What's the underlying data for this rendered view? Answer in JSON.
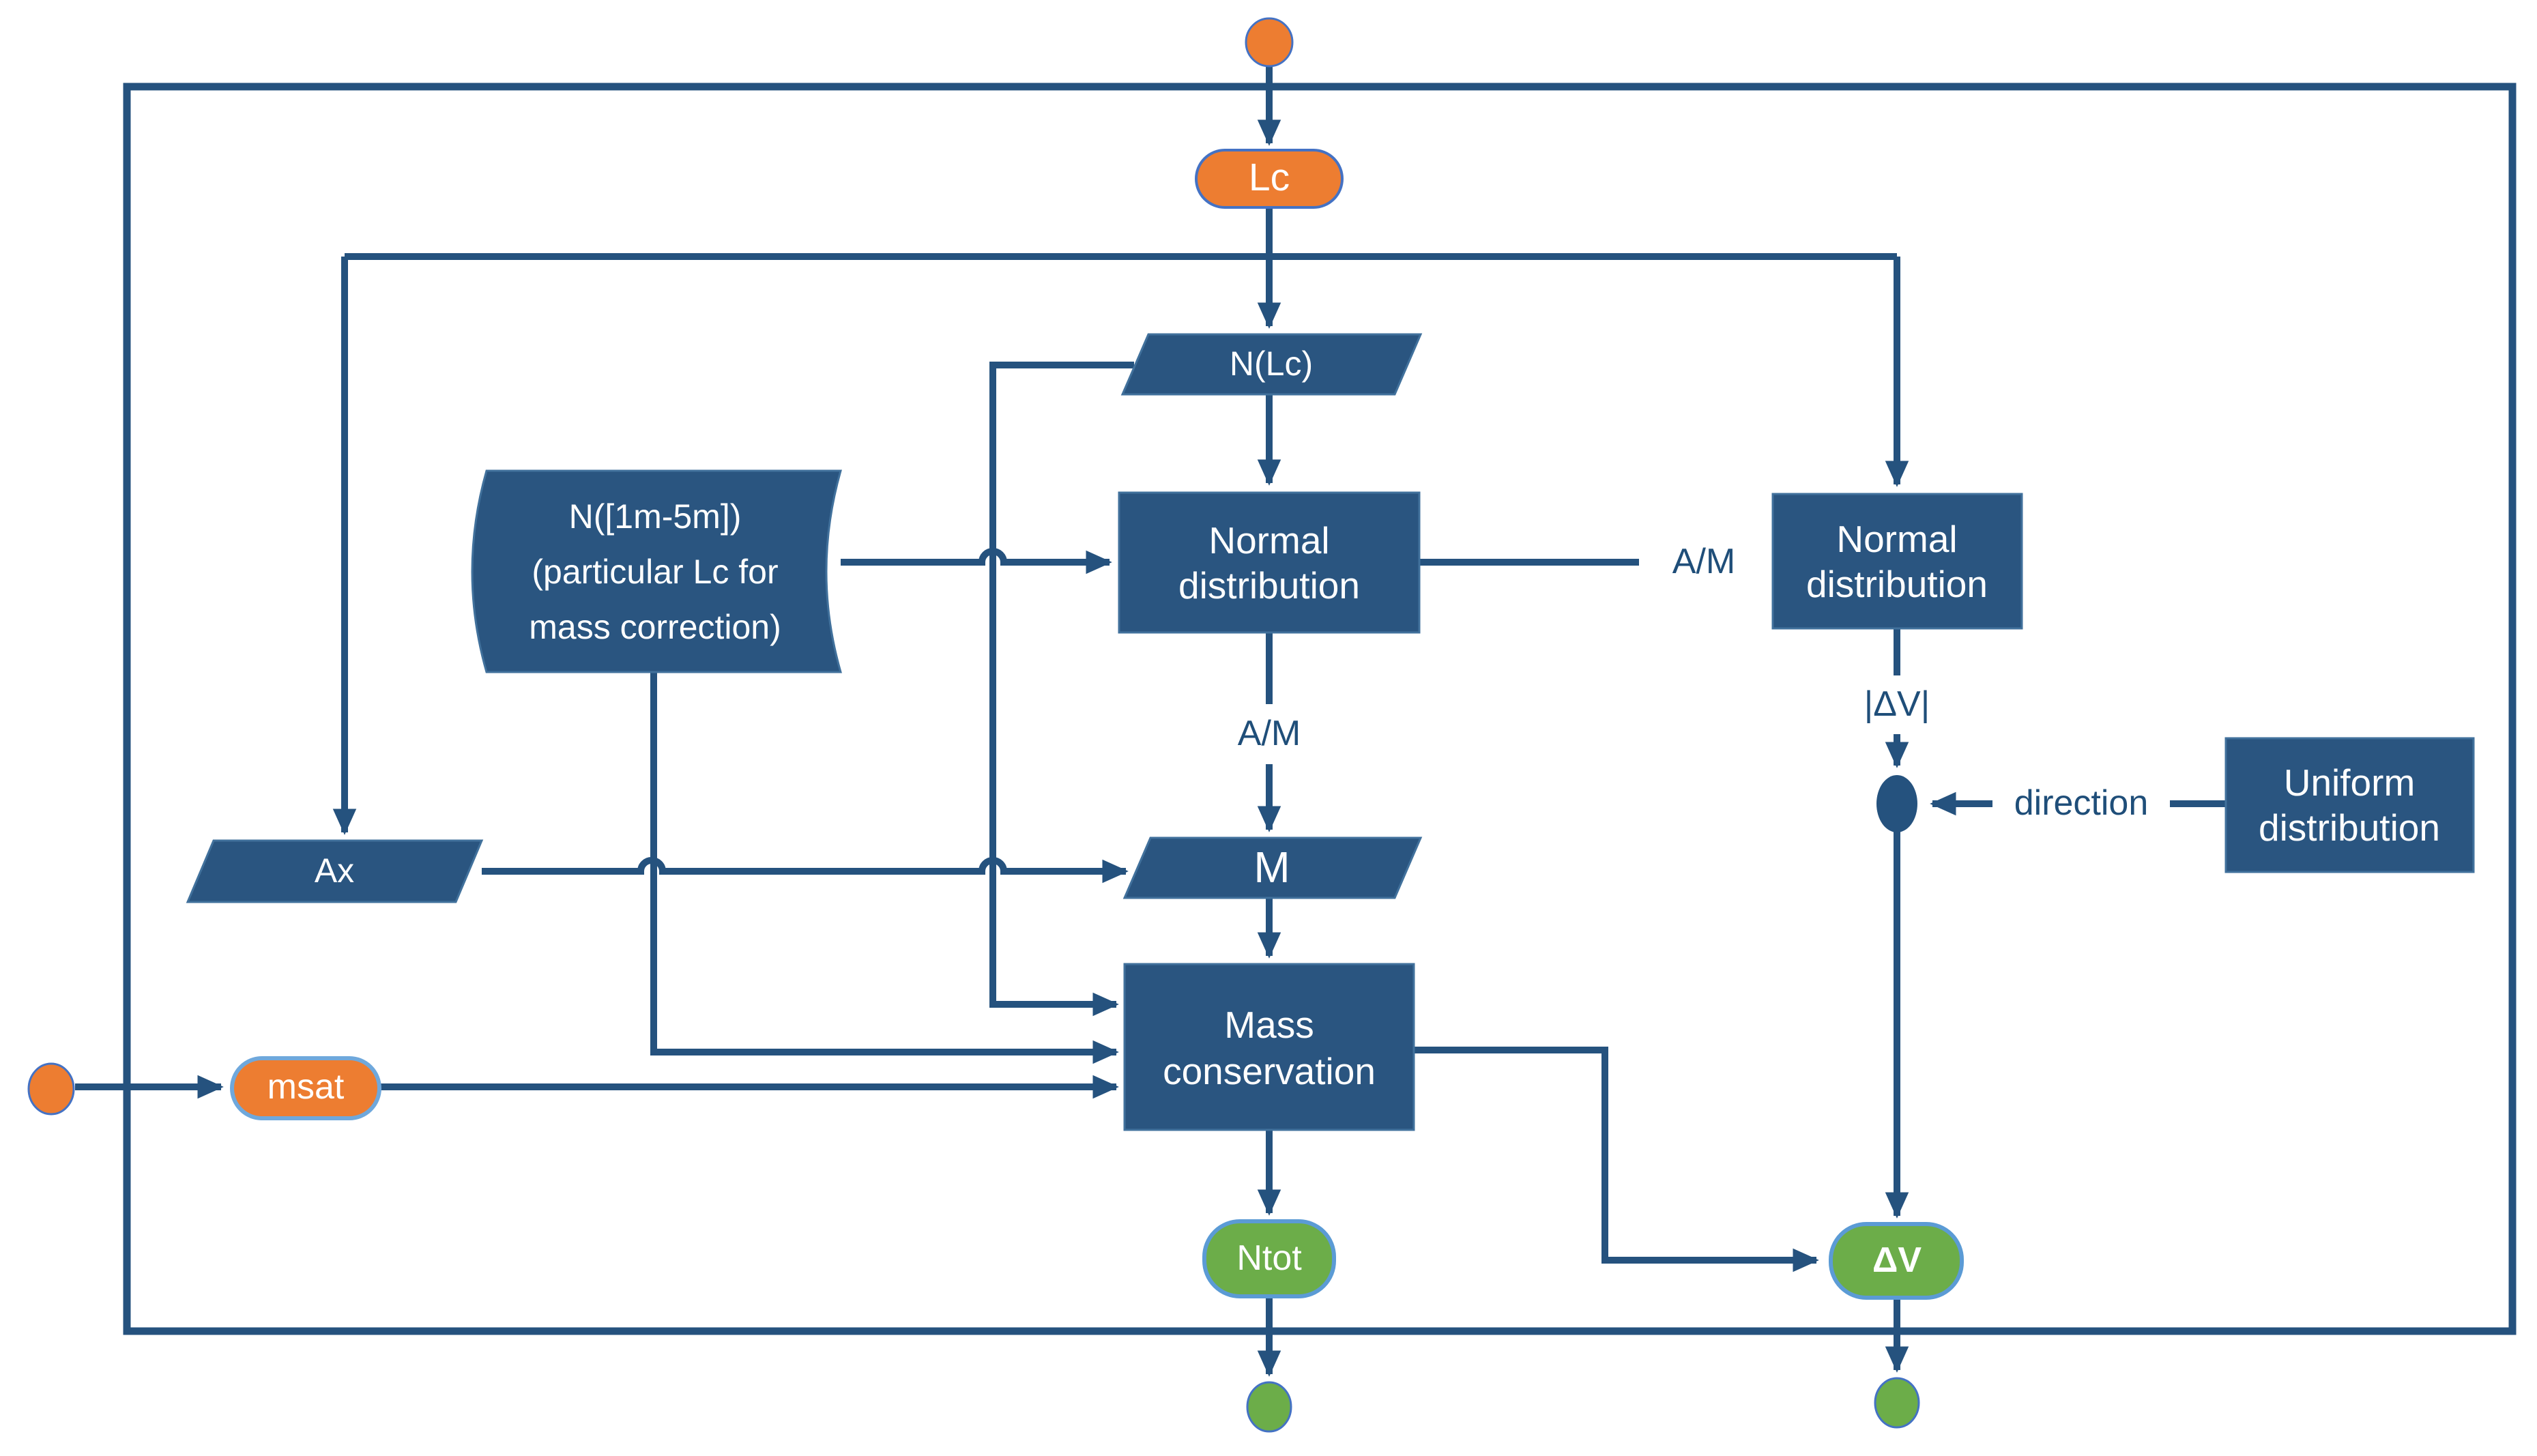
{
  "diagram": {
    "type": "flowchart",
    "background": "#ffffff",
    "colors": {
      "dark_blue_shape": "#2A5580",
      "dark_blue_line": "#25527E",
      "shape_border_light": "#41719C",
      "orange": "#ED7D31",
      "orange_border": "#4472C4",
      "light_blue_border": "#5B9BD5",
      "green": "#6CAD49",
      "label_text": "#1F4E79",
      "shape_text": "#FFFFFF"
    }
  },
  "nodes": {
    "lc": {
      "label": "Lc",
      "shape": "terminator",
      "color": "orange"
    },
    "n_lc": {
      "label": "N(Lc)",
      "shape": "parallelogram",
      "color": "dark-blue"
    },
    "cylinder": {
      "shape": "stored-data",
      "color": "dark-blue",
      "lines": [
        "N([1m-5m])",
        "(particular Lc for",
        "mass correction)"
      ]
    },
    "normal_dist_center": {
      "shape": "process",
      "color": "dark-blue",
      "lines": [
        "Normal",
        "distribution"
      ]
    },
    "normal_dist_right": {
      "shape": "process",
      "color": "dark-blue",
      "lines": [
        "Normal",
        "distribution"
      ]
    },
    "uniform_dist": {
      "shape": "process",
      "color": "dark-blue",
      "lines": [
        "Uniform",
        "distribution"
      ]
    },
    "ax": {
      "label": "Ax",
      "shape": "parallelogram",
      "color": "dark-blue"
    },
    "m": {
      "label": "M",
      "shape": "parallelogram",
      "color": "dark-blue"
    },
    "mass_conservation": {
      "shape": "process",
      "color": "dark-blue",
      "lines": [
        "Mass",
        "conservation"
      ]
    },
    "msat": {
      "label": "msat",
      "shape": "terminator",
      "color": "orange"
    },
    "ntot": {
      "label": "Ntot",
      "shape": "terminator",
      "color": "green"
    },
    "delta_v": {
      "label": "ΔV",
      "shape": "terminator",
      "color": "green"
    }
  },
  "edge_labels": {
    "am_horizontal": "A/M",
    "am_vertical": "A/M",
    "abs_delta_v": "|ΔV|",
    "direction": "direction"
  }
}
